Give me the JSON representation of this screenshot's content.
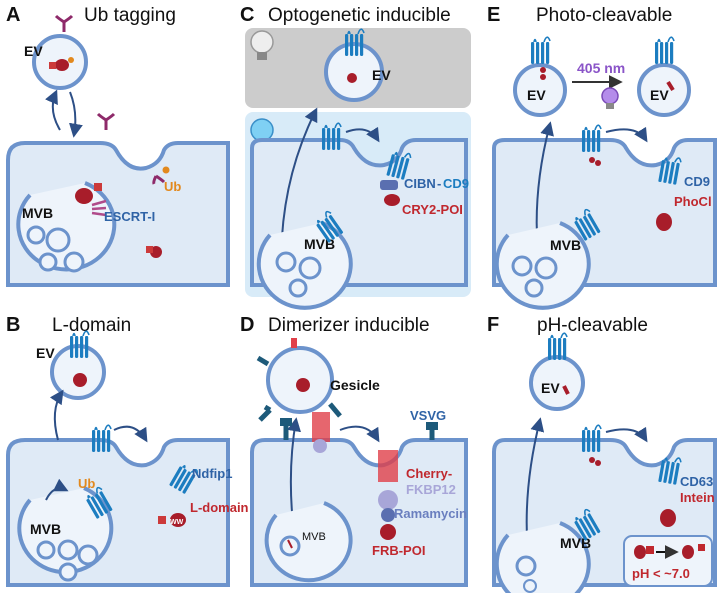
{
  "panels": [
    {
      "letter": "A",
      "title": "Ub tagging",
      "labels": {
        "ev": "EV",
        "mvb": "MVB",
        "ub": "Ub",
        "escrt": "ESCRT-I"
      }
    },
    {
      "letter": "B",
      "title": "L-domain",
      "labels": {
        "ev": "EV",
        "mvb": "MVB",
        "ub": "Ub",
        "ndfip": "Ndfip1",
        "ldomain": "L-domain",
        "ww": "WW"
      }
    },
    {
      "letter": "C",
      "title": "Optogenetic inducible",
      "labels": {
        "ev": "EV",
        "mvb": "MVB",
        "cibn": "CIBN",
        "dash": "-",
        "cd9": "CD9",
        "cry2": "CRY2-POI"
      }
    },
    {
      "letter": "D",
      "title": "Dimerizer inducible",
      "labels": {
        "gesicle": "Gesicle",
        "mvb": "MVB",
        "vsvg": "VSVG",
        "cherry": "Cherry-",
        "fkbp": "FKBP12",
        "rapa": "Ramamycin",
        "frb": "FRB-POI"
      }
    },
    {
      "letter": "E",
      "title": "Photo-cleavable",
      "labels": {
        "ev1": "EV",
        "ev2": "EV",
        "mvb": "MVB",
        "nm": "405 nm",
        "cd9": "CD9",
        "phocl": "PhoCl"
      }
    },
    {
      "letter": "F",
      "title": "pH-cleavable",
      "labels": {
        "ev": "EV",
        "mvb": "MVB",
        "cd63": "CD63",
        "intein": "Intein",
        "ph": "pH < ~7.0"
      }
    }
  ],
  "colors": {
    "cell_fill": "#dfeaf6",
    "membrane": "#6c93cc",
    "tetraspanin": "#1c7dc0",
    "cargo": "#a81d2a",
    "ub": "#e2891e",
    "blue_label": "#2f63a6",
    "red_label": "#c0282e",
    "grey_box": "#cccccc",
    "light_box": "#d8ebf8",
    "lavender": "#a8a6d8",
    "purple": "#8a54c8"
  },
  "icons": {
    "bulb_off": "lightbulb-off-icon",
    "bulb_blue": "lightbulb-blue-icon",
    "bulb_purple": "lightbulb-purple-icon"
  }
}
